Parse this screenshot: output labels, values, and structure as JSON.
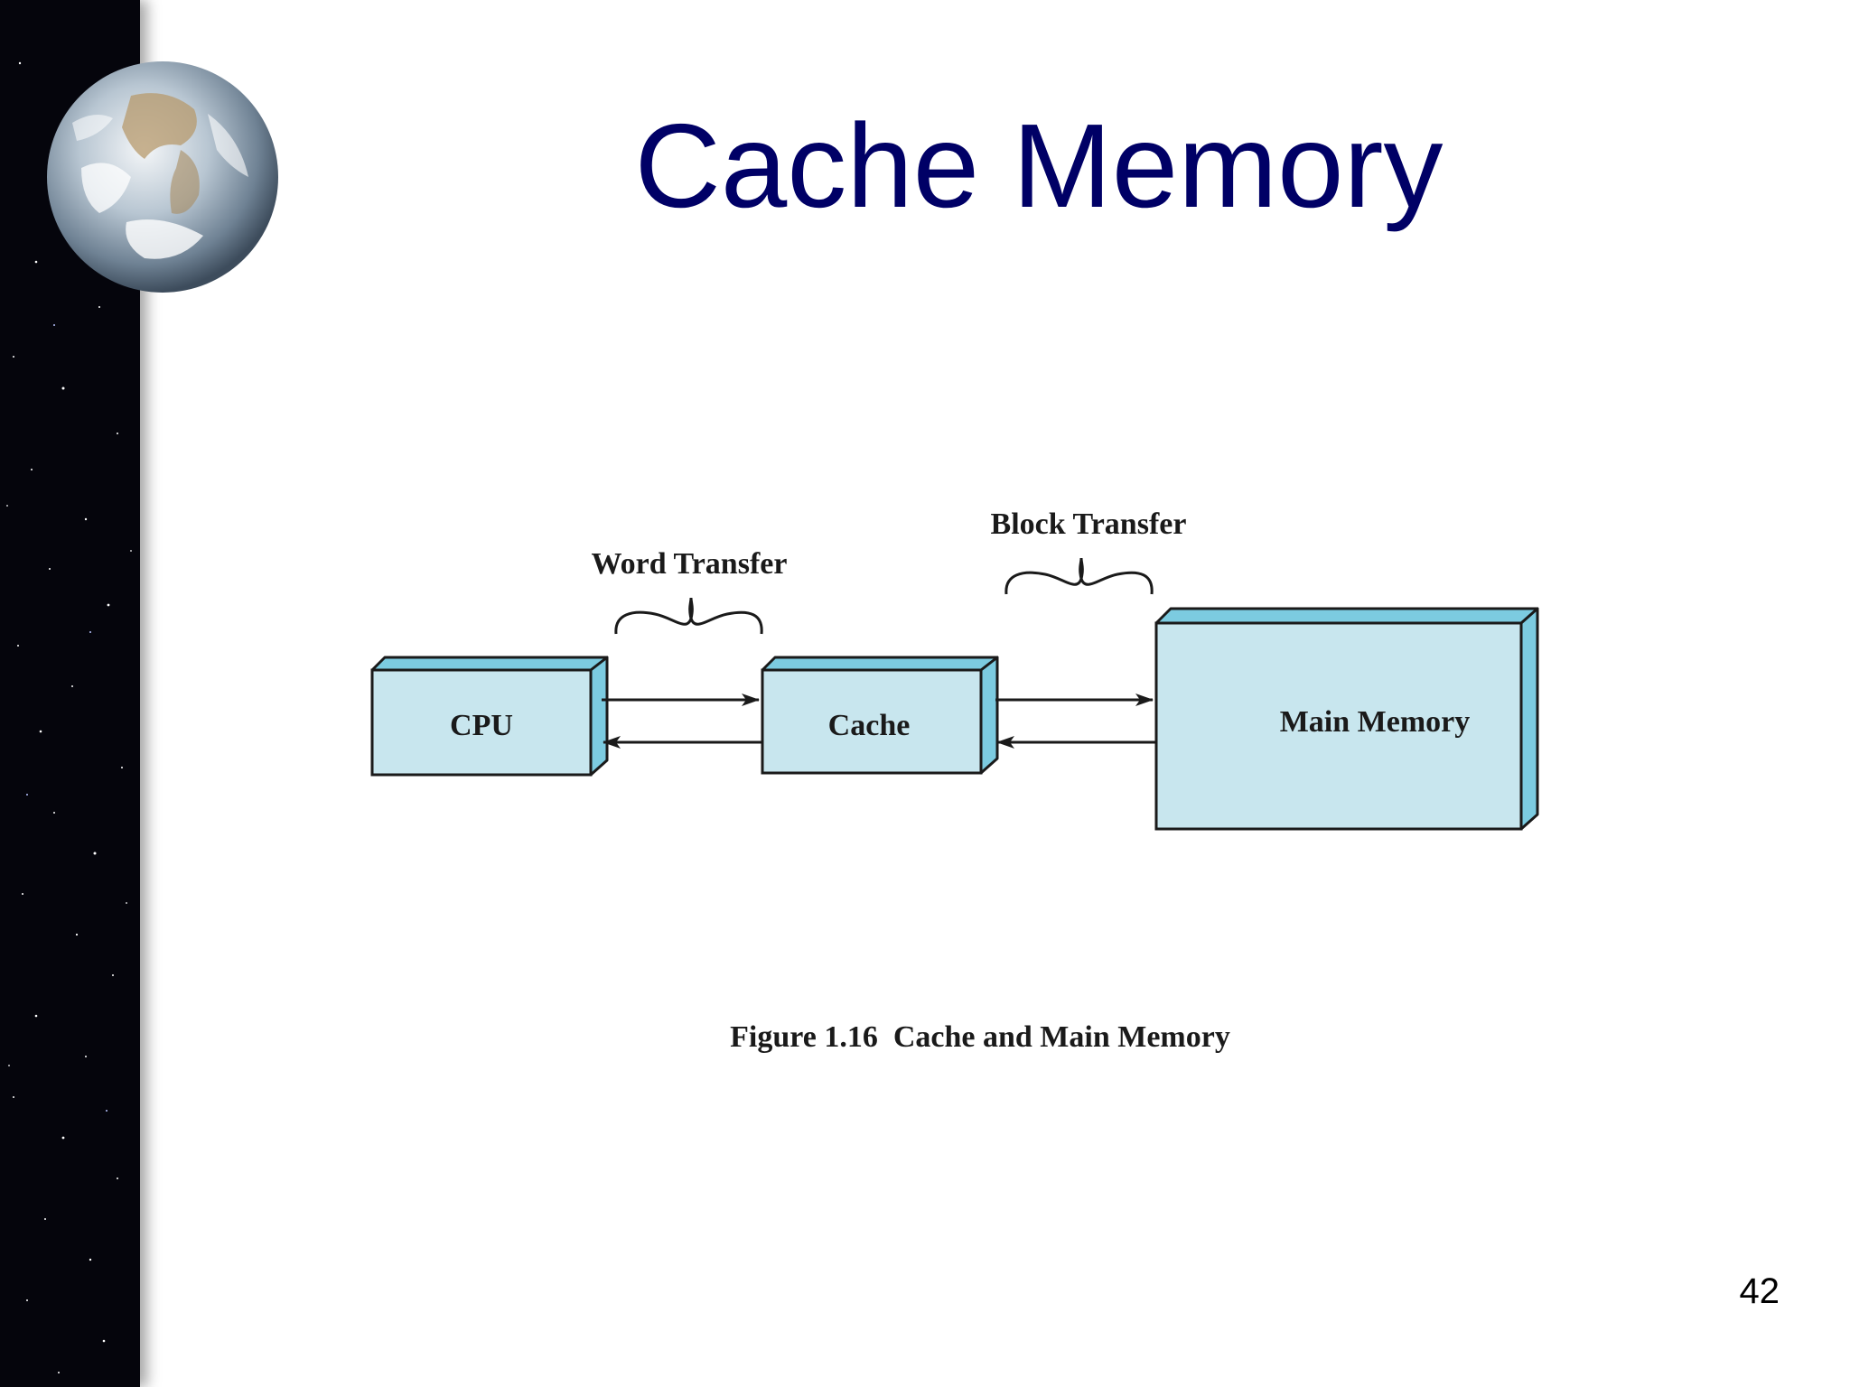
{
  "slide": {
    "title": "Cache Memory",
    "page_number": "42"
  },
  "diagram": {
    "nodes": [
      {
        "id": "cpu",
        "label": "CPU"
      },
      {
        "id": "cache",
        "label": "Cache"
      },
      {
        "id": "main-memory",
        "label": "Main Memory"
      }
    ],
    "edges": [
      {
        "from": "cpu",
        "to": "cache",
        "label": "Word Transfer",
        "bidirectional": true
      },
      {
        "from": "cache",
        "to": "main-memory",
        "label": "Block Transfer",
        "bidirectional": true
      }
    ],
    "caption": "Figure 1.16  Cache and Main Memory"
  },
  "colors": {
    "title": "#000066",
    "box_fill": "#c8e6ee",
    "box_edge": "#7ccbe0",
    "outline": "#1a1a1a",
    "starfield": "#05050c"
  }
}
